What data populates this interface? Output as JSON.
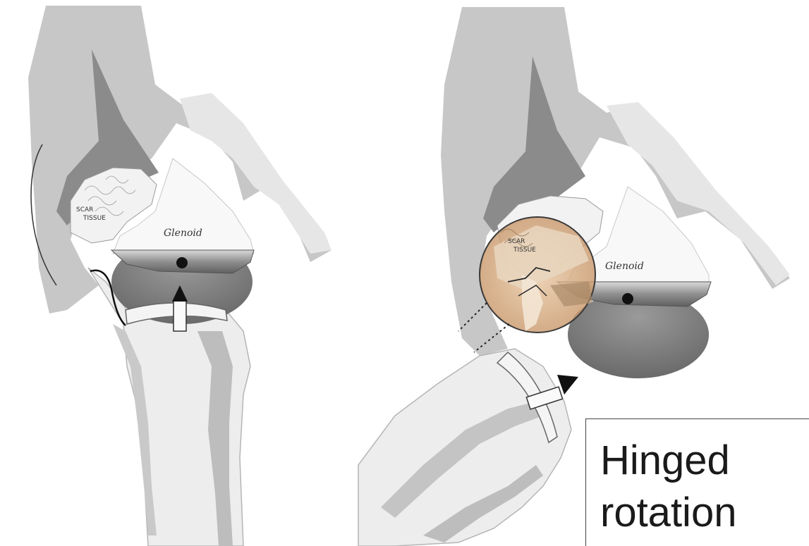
{
  "left_figure": {
    "glenoid_label": "Glenoid",
    "scar_label_line1": "SCAR",
    "scar_label_line2": "TISSUE"
  },
  "right_figure": {
    "glenoid_label": "Glenoid",
    "scar_label_line1": "SCAR",
    "scar_label_line2": "TISSUE"
  },
  "caption": {
    "line1": "Hinged",
    "line2": "rotation"
  },
  "colors": {
    "scapula": "#c9c9c9",
    "coracoid_dark": "#8a8a8a",
    "humerus_light": "#ececec",
    "humerus_shade": "#b5b5b5",
    "glenoid_face": "#f7f7f7",
    "head_dark": "#7b7b7b",
    "magnifier_tint": "#d8b48c"
  }
}
